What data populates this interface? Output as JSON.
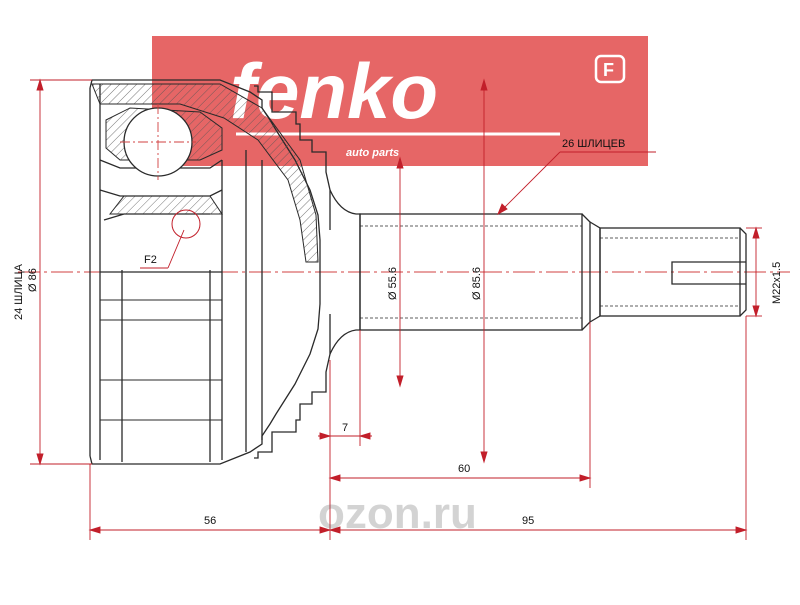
{
  "brand": {
    "name": "fenko",
    "tagline": "auto parts",
    "badge": "F",
    "color": "#e24b4b"
  },
  "watermark": {
    "text": "ozon.ru"
  },
  "dimensions": {
    "bearing_splines": "24 ШЛИЦА",
    "outer_diameter": "Ø 86",
    "spline_count": "26 ШЛИЦЕВ",
    "seal_diameter": "Ø 55.6",
    "body_diameter": "Ø 85.6",
    "thread": "M22x1.5",
    "callout": "F2",
    "offset": "7",
    "shaft_length": "60",
    "body_length": "56",
    "total_shaft_length": "95"
  },
  "colors": {
    "line": "#2a2a2a",
    "dimension": "#c21f2a",
    "centerline": "#d04040"
  }
}
